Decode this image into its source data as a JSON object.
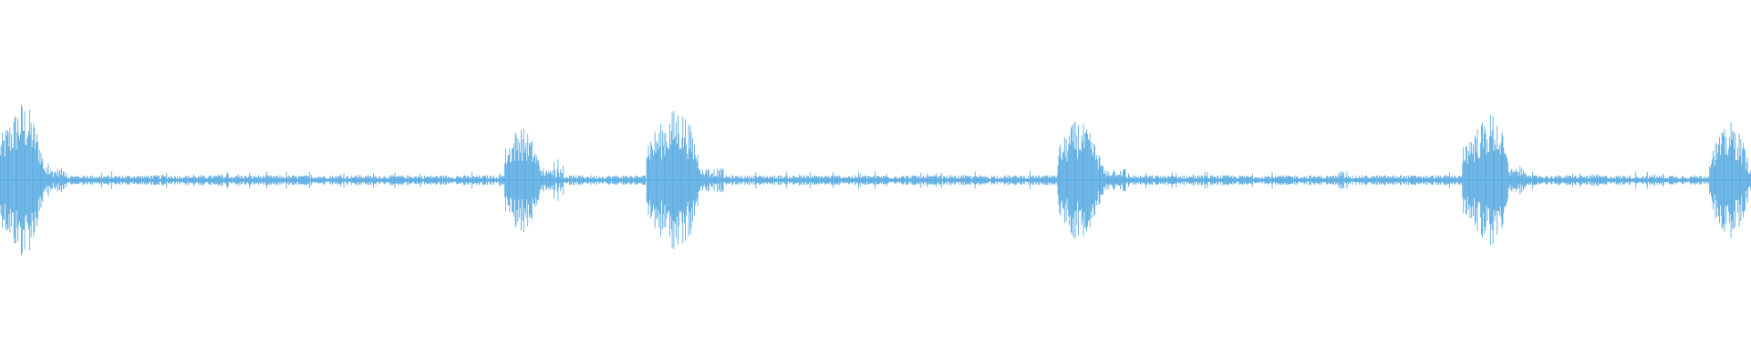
{
  "waveform": {
    "color": "#5dade2",
    "background": "#ffffff",
    "baseline_amplitude": 0.05,
    "bursts": [
      {
        "start": 0.0,
        "peak": 0.012,
        "end": 0.026,
        "amplitude": 0.95
      },
      {
        "start": 0.288,
        "peak": 0.296,
        "end": 0.31,
        "amplitude": 0.66
      },
      {
        "start": 0.369,
        "peak": 0.386,
        "end": 0.401,
        "amplitude": 0.88
      },
      {
        "start": 0.604,
        "peak": 0.614,
        "end": 0.631,
        "amplitude": 0.72
      },
      {
        "start": 0.835,
        "peak": 0.852,
        "end": 0.862,
        "amplitude": 0.82
      },
      {
        "start": 0.976,
        "peak": 0.988,
        "end": 1.0,
        "amplitude": 0.7
      }
    ]
  }
}
